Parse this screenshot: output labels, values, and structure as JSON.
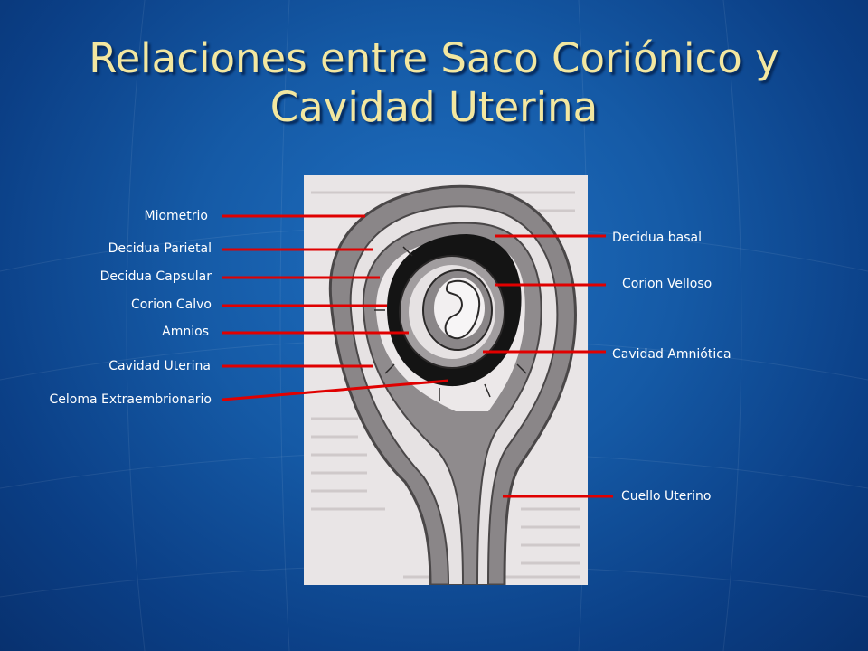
{
  "slide": {
    "title_line1": "Relaciones entre Saco Coriónico  y",
    "title_line2": "Cavidad Uterina"
  },
  "labels": {
    "left": [
      "Miometrio",
      "Decidua Parietal",
      "Decidua Capsular",
      "Corion Calvo",
      "Amnios",
      "Cavidad Uterina",
      "Celoma Extraembrionario"
    ],
    "right": [
      "Decidua basal",
      "Corion Velloso",
      "Cavidad Amniótica",
      "Cuello Uterino"
    ]
  },
  "colors": {
    "title": "#f3e7a0",
    "leader_line": "#e00000",
    "label_text": "#ffffff",
    "background": "#155aa6"
  }
}
